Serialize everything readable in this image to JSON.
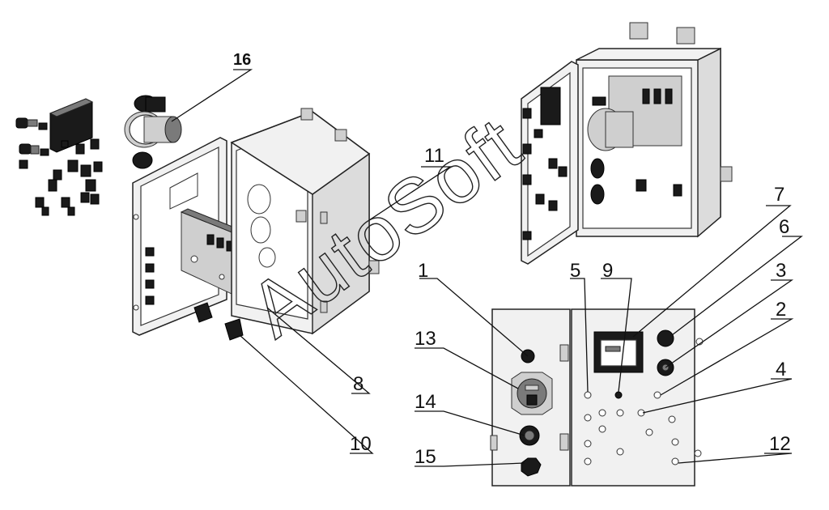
{
  "diagram": {
    "watermark": "AutoSoft",
    "callouts": [
      {
        "id": "16",
        "label": "16"
      },
      {
        "id": "11",
        "label": "11"
      },
      {
        "id": "7",
        "label": "7"
      },
      {
        "id": "6",
        "label": "6"
      },
      {
        "id": "5",
        "label": "5"
      },
      {
        "id": "9",
        "label": "9"
      },
      {
        "id": "3",
        "label": "3"
      },
      {
        "id": "2",
        "label": "2"
      },
      {
        "id": "1",
        "label": "1"
      },
      {
        "id": "13",
        "label": "13"
      },
      {
        "id": "4",
        "label": "4"
      },
      {
        "id": "8",
        "label": "8"
      },
      {
        "id": "14",
        "label": "14"
      },
      {
        "id": "10",
        "label": "10"
      },
      {
        "id": "12",
        "label": "12"
      },
      {
        "id": "15",
        "label": "15"
      }
    ]
  }
}
